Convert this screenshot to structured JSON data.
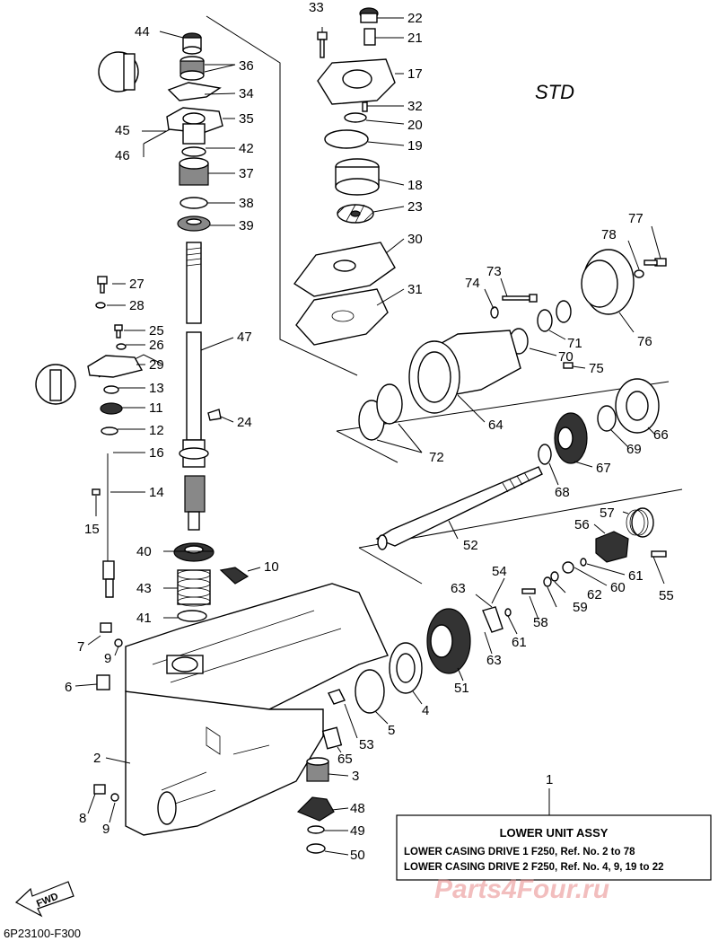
{
  "header_label": "STD",
  "diagram_code": "6P23100-F300",
  "fwd_label": "FWD",
  "watermark": "Parts4Four.ru",
  "info_box": {
    "ref_number": "1",
    "title": "LOWER UNIT ASSY",
    "line1": "LOWER CASING DRIVE 1 F250,  Ref. No. 2 to 78",
    "line2": "LOWER CASING DRIVE 2 F250,  Ref. No. 4, 9, 19 to 22"
  },
  "callouts": [
    {
      "id": "c44",
      "text": "44"
    },
    {
      "id": "c36",
      "text": "36"
    },
    {
      "id": "c34",
      "text": "34"
    },
    {
      "id": "c35",
      "text": "35"
    },
    {
      "id": "c45",
      "text": "45"
    },
    {
      "id": "c46",
      "text": "46"
    },
    {
      "id": "c42",
      "text": "42"
    },
    {
      "id": "c37",
      "text": "37"
    },
    {
      "id": "c38",
      "text": "38"
    },
    {
      "id": "c39",
      "text": "39"
    },
    {
      "id": "c27",
      "text": "27"
    },
    {
      "id": "c28",
      "text": "28"
    },
    {
      "id": "c25",
      "text": "25"
    },
    {
      "id": "c26",
      "text": "26"
    },
    {
      "id": "c29",
      "text": "29"
    },
    {
      "id": "c13",
      "text": "13"
    },
    {
      "id": "c11",
      "text": "11"
    },
    {
      "id": "c12",
      "text": "12"
    },
    {
      "id": "c16",
      "text": "16"
    },
    {
      "id": "c14",
      "text": "14"
    },
    {
      "id": "c15",
      "text": "15"
    },
    {
      "id": "c47",
      "text": "47"
    },
    {
      "id": "c24",
      "text": "24"
    },
    {
      "id": "c40",
      "text": "40"
    },
    {
      "id": "c10",
      "text": "10"
    },
    {
      "id": "c43",
      "text": "43"
    },
    {
      "id": "c41",
      "text": "41"
    },
    {
      "id": "c7",
      "text": "7"
    },
    {
      "id": "c9a",
      "text": "9"
    },
    {
      "id": "c6",
      "text": "6"
    },
    {
      "id": "c2",
      "text": "2"
    },
    {
      "id": "c8",
      "text": "8"
    },
    {
      "id": "c9b",
      "text": "9"
    },
    {
      "id": "c33",
      "text": "33"
    },
    {
      "id": "c22",
      "text": "22"
    },
    {
      "id": "c21",
      "text": "21"
    },
    {
      "id": "c17",
      "text": "17"
    },
    {
      "id": "c32",
      "text": "32"
    },
    {
      "id": "c20",
      "text": "20"
    },
    {
      "id": "c19",
      "text": "19"
    },
    {
      "id": "c18",
      "text": "18"
    },
    {
      "id": "c23",
      "text": "23"
    },
    {
      "id": "c30",
      "text": "30"
    },
    {
      "id": "c31",
      "text": "31"
    },
    {
      "id": "c77",
      "text": "77"
    },
    {
      "id": "c78",
      "text": "78"
    },
    {
      "id": "c73",
      "text": "73"
    },
    {
      "id": "c74",
      "text": "74"
    },
    {
      "id": "c76",
      "text": "76"
    },
    {
      "id": "c71",
      "text": "71"
    },
    {
      "id": "c70",
      "text": "70"
    },
    {
      "id": "c75",
      "text": "75"
    },
    {
      "id": "c64",
      "text": "64"
    },
    {
      "id": "c72",
      "text": "72"
    },
    {
      "id": "c66",
      "text": "66"
    },
    {
      "id": "c69",
      "text": "69"
    },
    {
      "id": "c67",
      "text": "67"
    },
    {
      "id": "c68",
      "text": "68"
    },
    {
      "id": "c52",
      "text": "52"
    },
    {
      "id": "c57",
      "text": "57"
    },
    {
      "id": "c56",
      "text": "56"
    },
    {
      "id": "c61a",
      "text": "61"
    },
    {
      "id": "c60",
      "text": "60"
    },
    {
      "id": "c55",
      "text": "55"
    },
    {
      "id": "c54",
      "text": "54"
    },
    {
      "id": "c63a",
      "text": "63"
    },
    {
      "id": "c62",
      "text": "62"
    },
    {
      "id": "c59",
      "text": "59"
    },
    {
      "id": "c58",
      "text": "58"
    },
    {
      "id": "c61b",
      "text": "61"
    },
    {
      "id": "c63b",
      "text": "63"
    },
    {
      "id": "c51",
      "text": "51"
    },
    {
      "id": "c4",
      "text": "4"
    },
    {
      "id": "c5",
      "text": "5"
    },
    {
      "id": "c53",
      "text": "53"
    },
    {
      "id": "c65",
      "text": "65"
    },
    {
      "id": "c3",
      "text": "3"
    },
    {
      "id": "c48",
      "text": "48"
    },
    {
      "id": "c49",
      "text": "49"
    },
    {
      "id": "c50",
      "text": "50"
    },
    {
      "id": "c1",
      "text": "1"
    }
  ]
}
